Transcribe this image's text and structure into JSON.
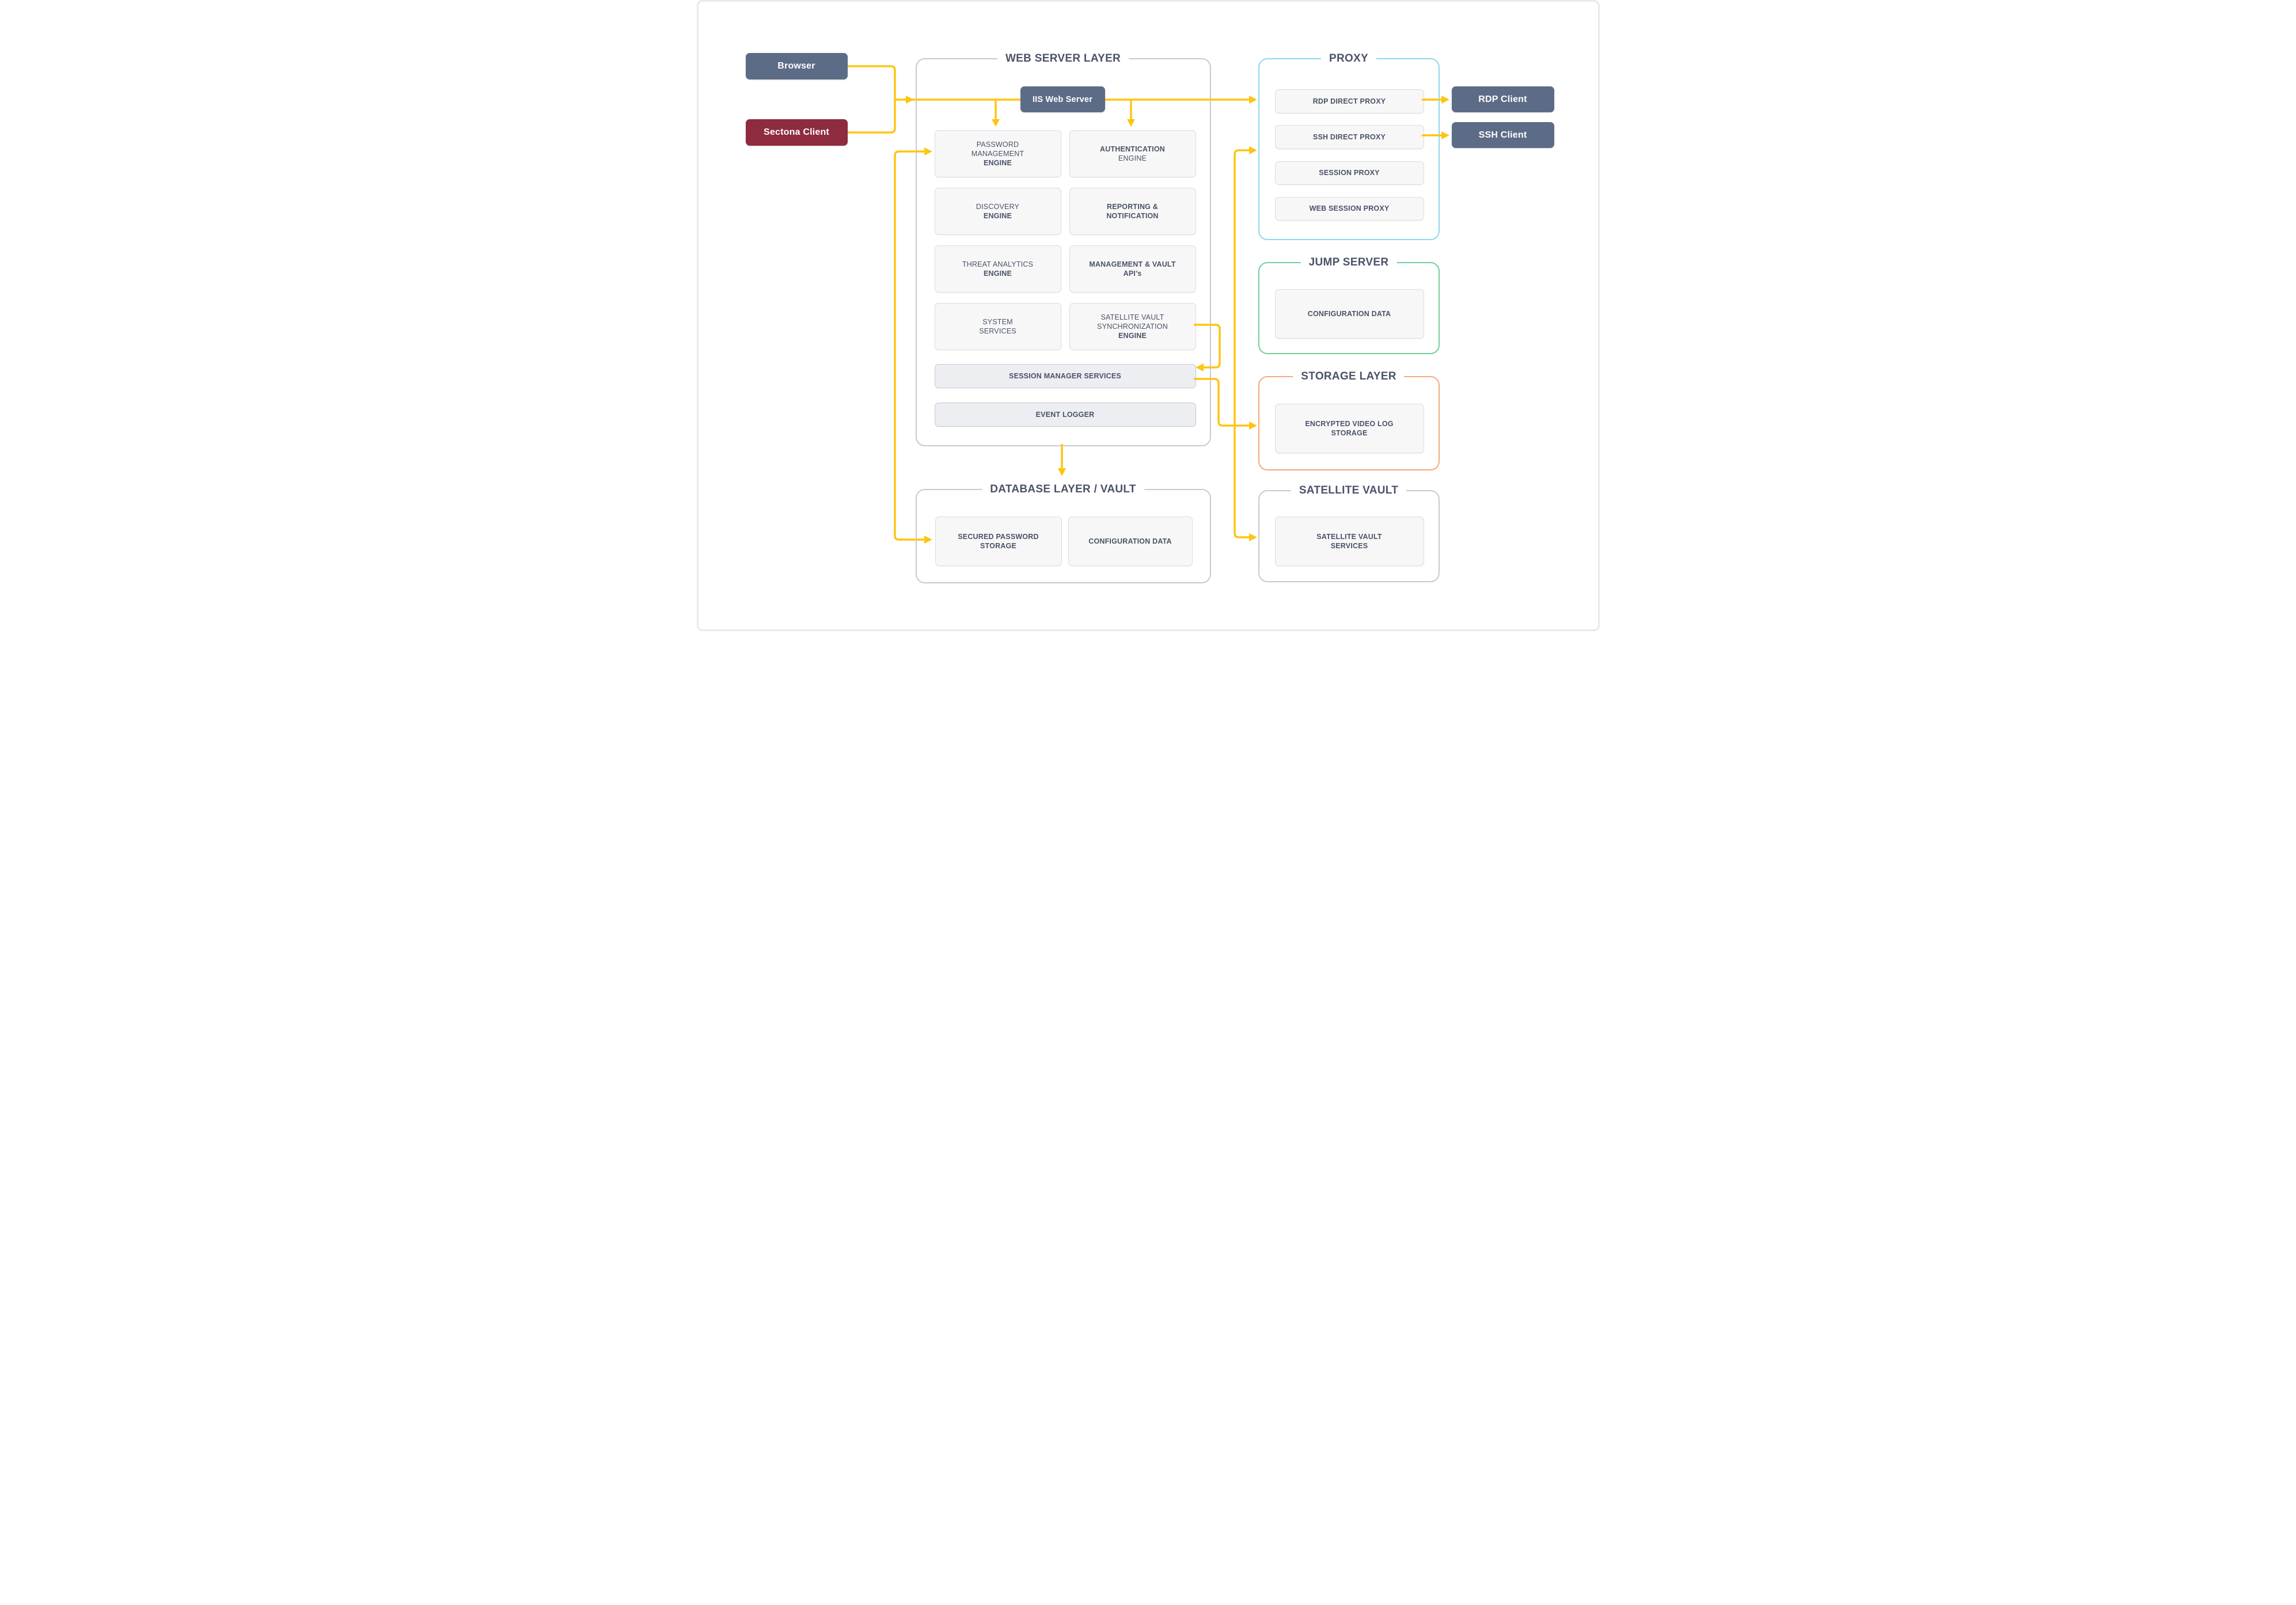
{
  "clients": {
    "browser": "Browser",
    "sectona": "Sectona Client",
    "rdp": "RDP Client",
    "ssh": "SSH Client"
  },
  "web_server": {
    "title": "WEB SERVER LAYER",
    "iis": "IIS Web Server",
    "engines": [
      {
        "l1": "PASSWORD MANAGEMENT",
        "l2": "ENGINE"
      },
      {
        "l1": "AUTHENTICATION",
        "l2": "ENGINE"
      },
      {
        "l1": "DISCOVERY",
        "l2": "ENGINE"
      },
      {
        "l1": "REPORTING & NOTIFICATION",
        "l2": ""
      },
      {
        "l1": "THREAT ANALYTICS",
        "l2": "ENGINE"
      },
      {
        "l1": "MANAGEMENT & VAULT API’s",
        "l2": ""
      },
      {
        "l1": "SYSTEM SERVICES",
        "l2": ""
      },
      {
        "l1": "SATELLITE VAULT SYNCHRONIZATION",
        "l2": "ENGINE"
      }
    ],
    "session_manager": "SESSION MANAGER SERVICES",
    "event_logger": "EVENT LOGGER"
  },
  "proxy": {
    "title": "PROXY",
    "items": [
      "RDP DIRECT PROXY",
      "SSH DIRECT PROXY",
      "SESSION PROXY",
      "WEB SESSION PROXY"
    ]
  },
  "jump_server": {
    "title": "JUMP SERVER",
    "item": "CONFIGURATION DATA"
  },
  "storage": {
    "title": "STORAGE LAYER",
    "item": "ENCRYPTED VIDEO LOG STORAGE"
  },
  "satellite": {
    "title": "SATELLITE VAULT",
    "item": "SATELLITE VAULT SERVICES"
  },
  "database": {
    "title": "DATABASE LAYER / VAULT",
    "items": [
      "SECURED PASSWORD STORAGE",
      "CONFIGURATION DATA"
    ]
  },
  "colors": {
    "yellow": "#FDC513",
    "slate": "#5D6C86",
    "maroon": "#8E2B3E",
    "ink": "#4A5266",
    "gray_border": "#C8CACE",
    "cyan": "#8BD9F0",
    "green": "#72CF9C",
    "orange": "#F5A97C"
  }
}
